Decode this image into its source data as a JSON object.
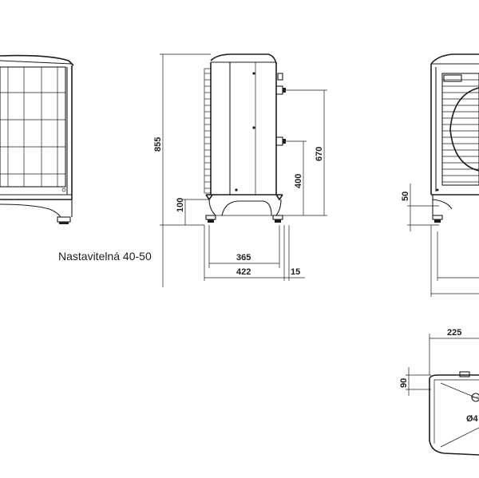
{
  "caption": "Nastavitelná 40-50",
  "dimensions": {
    "h855": "855",
    "h100": "100",
    "h400": "400",
    "h670": "670",
    "w365": "365",
    "w422": "422",
    "w15": "15",
    "h50": "50",
    "w225": "225",
    "h90": "90",
    "dia": "Ø4"
  },
  "colors": {
    "line": "#1d1d1b",
    "background": "#ffffff"
  }
}
